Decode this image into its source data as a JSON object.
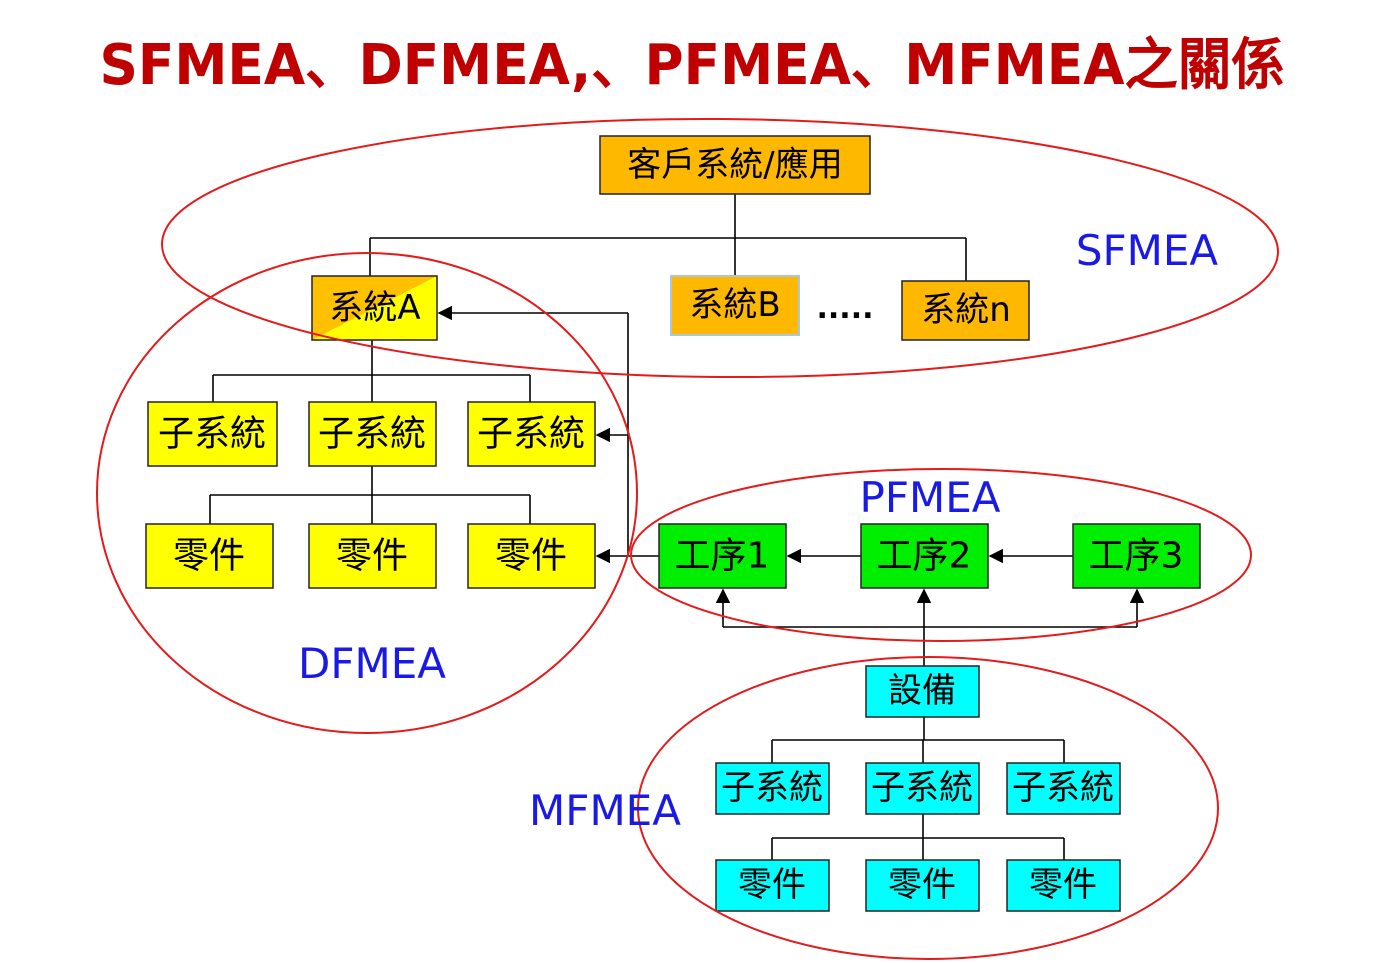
{
  "title": "SFMEA、DFMEA,、PFMEA、MFMEA之關係",
  "labels": {
    "sfmea": "SFMEA",
    "dfmea": "DFMEA",
    "pfmea": "PFMEA",
    "mfmea": "MFMEA"
  },
  "nodes": {
    "customer": "客戶系統/應用",
    "system_a": "系統A",
    "system_b": "系統B",
    "ellipsis": ".....",
    "system_n": "系統n",
    "subsystems": [
      "子系統",
      "子系統",
      "子系統"
    ],
    "parts": [
      "零件",
      "零件",
      "零件"
    ],
    "processes": [
      "工序1",
      "工序2",
      "工序3"
    ],
    "equipment": "設備",
    "equipment_subsystems": [
      "子系統",
      "子系統",
      "子系統"
    ],
    "equipment_parts": [
      "零件",
      "零件",
      "零件"
    ]
  },
  "colors": {
    "title": "#C00000",
    "ellipse": "#E31B1B",
    "label": "#1A1AE6",
    "orange": "#FFB800",
    "yellow": "#FFFF00",
    "green": "#00EE00",
    "cyan": "#00FFFF"
  }
}
